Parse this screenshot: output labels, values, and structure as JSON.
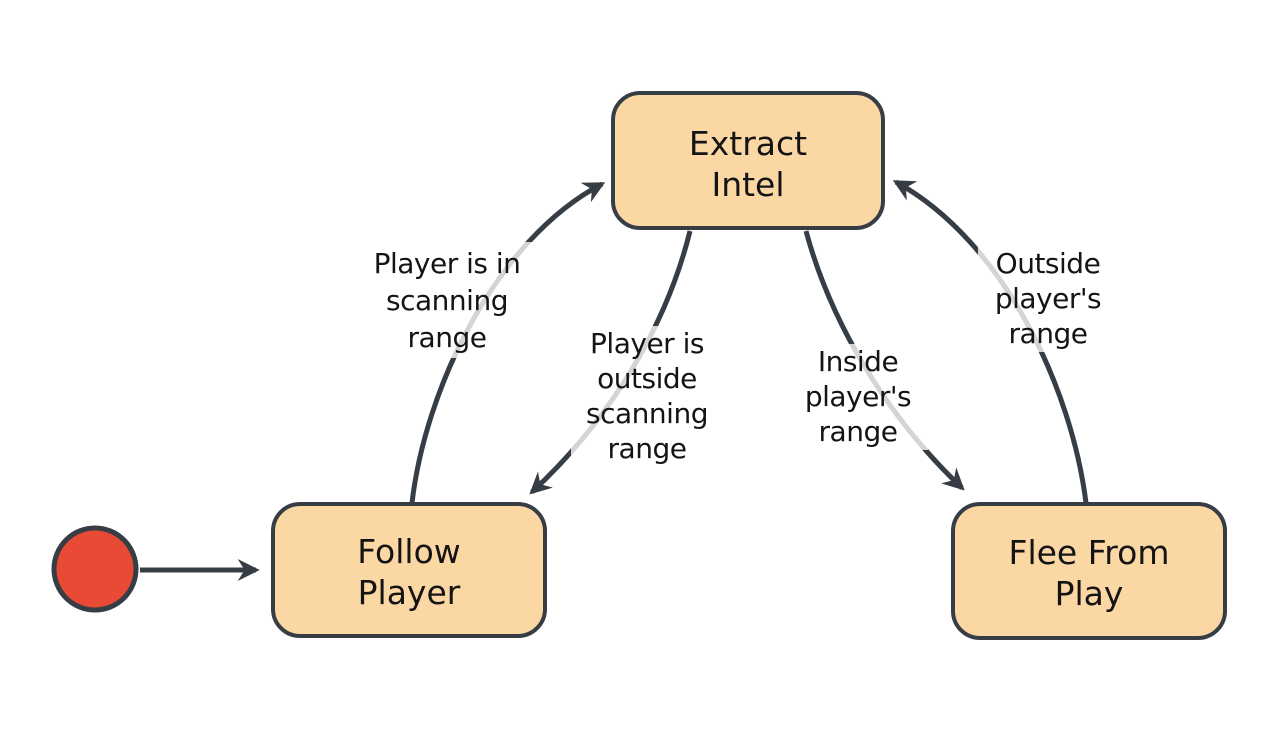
{
  "diagram_type": "state-machine",
  "colors": {
    "background": "#ffffff",
    "node_fill": "#fbd7a4",
    "node_stroke": "#363d44",
    "edge": "#363d44",
    "start_fill": "#e84a35",
    "text": "#141414",
    "label_overlay": "#ffffff"
  },
  "start_state": {
    "name": "initial-state"
  },
  "states": [
    {
      "id": "extract-intel",
      "lines": [
        "Extract",
        "Intel"
      ]
    },
    {
      "id": "follow-player",
      "lines": [
        "Follow",
        "Player"
      ]
    },
    {
      "id": "flee-from-play",
      "lines": [
        "Flee From",
        "Play"
      ]
    }
  ],
  "transitions": [
    {
      "from": "start",
      "to": "follow-player",
      "label_lines": []
    },
    {
      "from": "follow-player",
      "to": "extract-intel",
      "label_lines": [
        "Player is in",
        "scanning",
        "range"
      ]
    },
    {
      "from": "extract-intel",
      "to": "follow-player",
      "label_lines": [
        "Player is",
        "outside",
        "scanning",
        "range"
      ]
    },
    {
      "from": "extract-intel",
      "to": "flee-from-play",
      "label_lines": [
        "Inside",
        "player's",
        "range"
      ]
    },
    {
      "from": "flee-from-play",
      "to": "extract-intel",
      "label_lines": [
        "Outside",
        "player's",
        "range"
      ]
    }
  ]
}
